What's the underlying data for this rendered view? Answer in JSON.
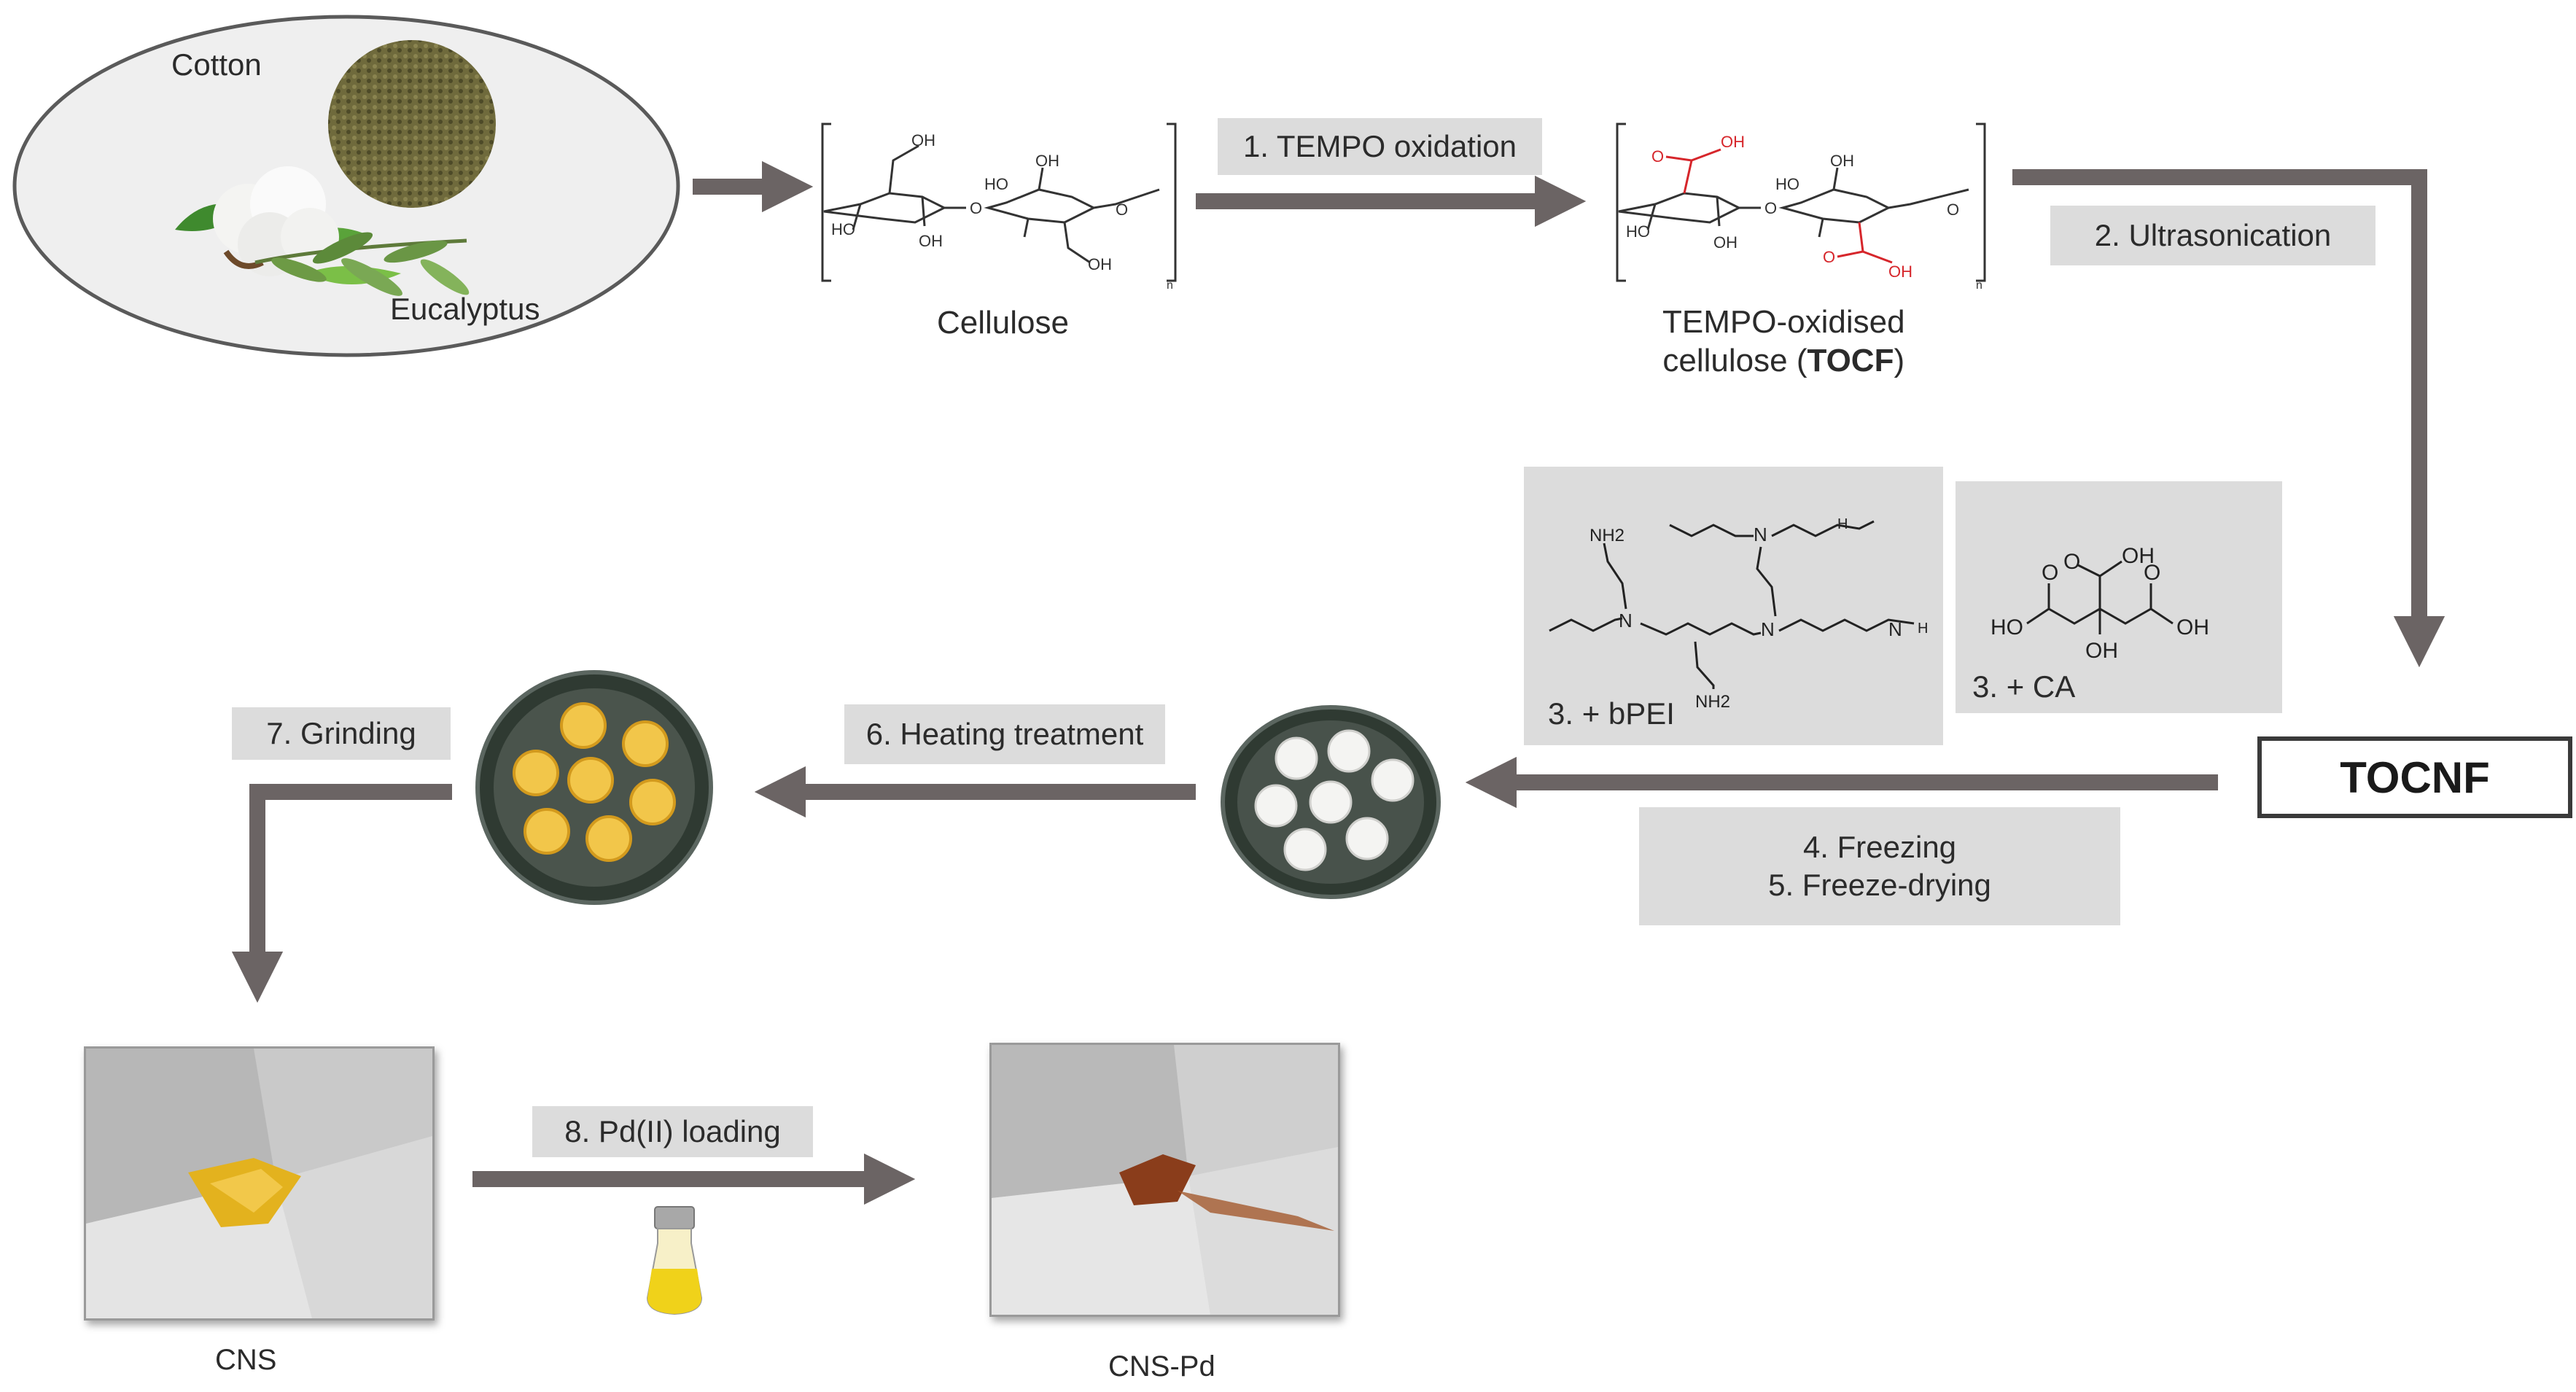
{
  "sources": {
    "cotton": "Cotton",
    "eucalyptus": "Eucalyptus"
  },
  "molecules": {
    "cellulose": "Cellulose",
    "tocf_line1": "TEMPO-oxidised",
    "tocf_line2_prefix": "cellulose (",
    "tocf_bold": "TOCF",
    "tocf_line2_suffix": ")",
    "tocnf": "TOCNF"
  },
  "steps": {
    "s1": "1. TEMPO oxidation",
    "s2": "2. Ultrasonication",
    "s3a": "3. + bPEI",
    "s3b": "3. + CA",
    "s4": "4. Freezing",
    "s5": "5. Freeze-drying",
    "s6": "6. Heating treatment",
    "s7": "7. Grinding",
    "s8": "8. Pd(II) loading"
  },
  "products": {
    "cns": "CNS",
    "cns_pd": "CNS-Pd"
  },
  "chem_labels": {
    "oh": "OH",
    "ho": "HO",
    "o": "O",
    "n": "N",
    "h": "H",
    "nh2": "NH2",
    "n_sub": "n"
  },
  "colors": {
    "arrow": "#6b6464",
    "box": "#dcdcdc",
    "acid_red": "#d6262b"
  }
}
